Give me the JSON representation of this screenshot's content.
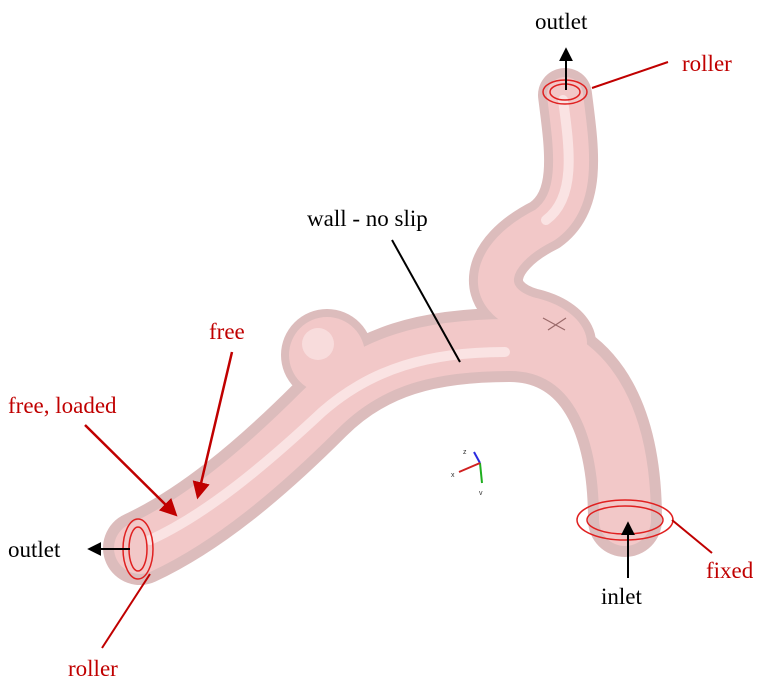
{
  "colors": {
    "red": "#c00000",
    "black": "#000000",
    "vessel_outer": "#dcbcbc",
    "vessel_inner": "#f2c8c8",
    "vessel_highlight": "#fbe6e6",
    "axis_z": "#2a2adf",
    "axis_y": "#1fae1f",
    "axis_x": "#d02020"
  },
  "labels": {
    "outlet_top": "outlet",
    "roller_top": "roller",
    "wall": "wall - no slip",
    "free": "free",
    "free_loaded": "free, loaded",
    "outlet_left": "outlet",
    "roller_bottom": "roller",
    "inlet": "inlet",
    "fixed": "fixed"
  },
  "axes": {
    "z": "z",
    "x": "x",
    "y": "v"
  }
}
